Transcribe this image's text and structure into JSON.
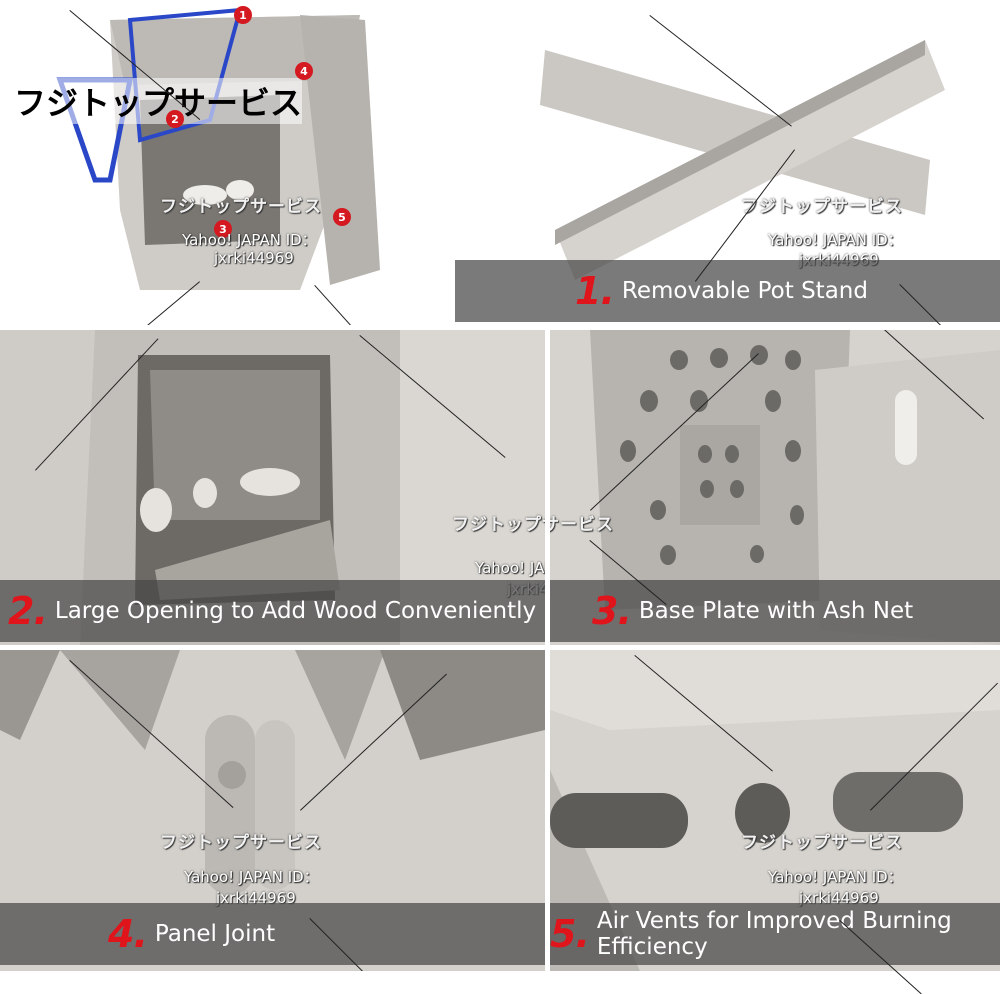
{
  "overview": {
    "brand_overlay": "フジトップサービス",
    "markers": [
      "1",
      "2",
      "3",
      "4",
      "5"
    ]
  },
  "watermark": {
    "brand": "フジトップサービス",
    "id_label": "Yahoo! JAPAN ID：",
    "id_value": "jxrki44969"
  },
  "features": [
    {
      "number": "1.",
      "label": "Removable Pot Stand"
    },
    {
      "number": "2.",
      "label": "Large Opening to Add Wood Conveniently"
    },
    {
      "number": "3.",
      "label": "Base Plate with Ash Net"
    },
    {
      "number": "4.",
      "label": "Panel Joint"
    },
    {
      "number": "5.",
      "label": "Air Vents for Improved Burning Efficiency"
    }
  ],
  "colors": {
    "accent": "#e0141b",
    "metal": "#c9c6c1",
    "caption_bar": "#464646"
  }
}
